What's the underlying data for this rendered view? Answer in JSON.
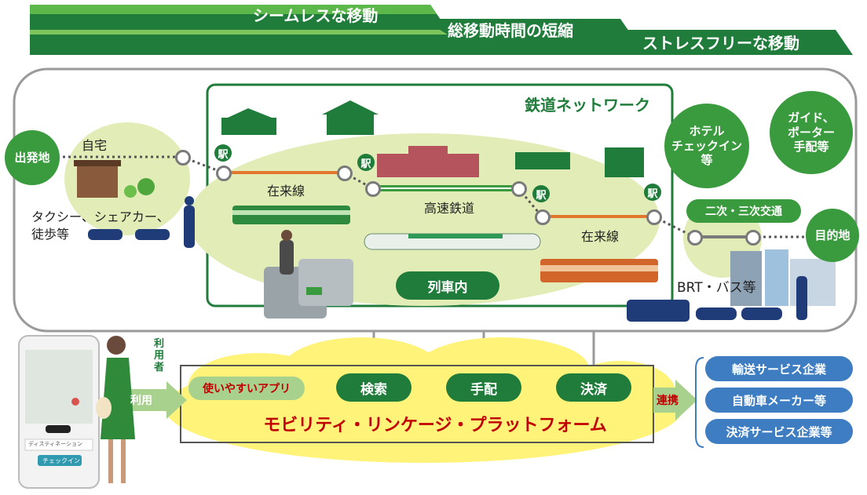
{
  "banner": {
    "row1": "シームレスな移動",
    "row2": "総移動時間の短縮",
    "row3": "ストレスフリーな移動"
  },
  "origin": {
    "badge": "出発地",
    "home": "自宅",
    "modes": "タクシー、シェアカー、\n徒歩等"
  },
  "rail": {
    "title": "鉄道ネットワーク",
    "station": "駅",
    "conventional1": "在来線",
    "highspeed": "高速鉄道",
    "conventional2": "在来線",
    "in_train": "列車内",
    "hotel": "ホテル\nチェックイン\n等",
    "guide": "ガイド、\nポーター\n手配等",
    "secondary": "二次・三次交通",
    "destination": "目的地",
    "brt": "BRT・バス等"
  },
  "platform": {
    "user_label": "利\n用\n者",
    "use_arrow": "利用",
    "app": "使いやすいアプリ",
    "search": "検索",
    "arrange": "手配",
    "payment": "決済",
    "name": "モビリティ・リンケージ・プラットフォーム",
    "link_arrow": "連携"
  },
  "partners": [
    "輸送サービス企業",
    "自動車メーカー等",
    "決済サービス企業等"
  ],
  "phone": {
    "field": "ディスティネーション",
    "button": "チェックイン"
  },
  "colors": {
    "green_dark": "#1f7c3a",
    "green": "#3a9b3e",
    "green_light": "#e1ecb6",
    "yellow": "#fff37a",
    "blue": "#3e7dc2",
    "orange": "#e2772d"
  }
}
